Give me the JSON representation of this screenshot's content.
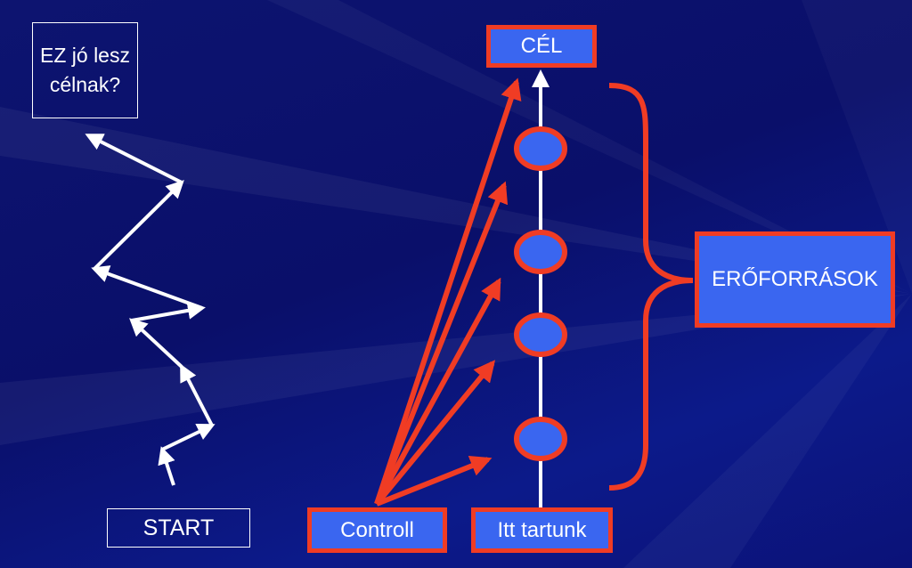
{
  "slide": {
    "question_label": "EZ jó lesz célnak?",
    "start_label": "START",
    "goal_label": "CÉL",
    "resources_label": "ERŐFORRÁSOK",
    "control_label": "Controll",
    "here_label": "Itt tartunk"
  },
  "colors": {
    "background": "#0a0f6a",
    "accent_red": "#f03c24",
    "box_blue": "#3a66f0",
    "line_white": "#ffffff"
  }
}
